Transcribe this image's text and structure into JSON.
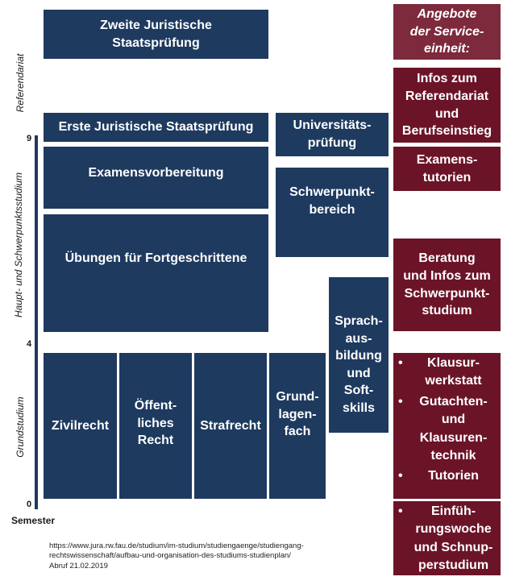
{
  "left_labels": {
    "referendariat": "Referendariat",
    "haupt": "Haupt- und Schwerpunktsstudium",
    "grund": "Grundstudium"
  },
  "axis": {
    "tick_9": "9",
    "tick_4": "4",
    "tick_0": "0",
    "semester_label": "Semester"
  },
  "blocks": {
    "zweite": "Zweite Juristische\nStaatsprüfung",
    "erste": "Erste Juristische Staatsprüfung",
    "examensvorbereitung": "Examensvorbereitung",
    "uebungen": "Übungen für Fortgeschrittene",
    "zivilrecht": "Zivilrecht",
    "oeffentliches": "Öffent-\nliches\nRecht",
    "strafrecht": "Strafrecht",
    "grundlagen": "Grund-\nlagen-\nfach",
    "universitaet": "Universitäts-\nprüfung",
    "schwerpunkt": "Schwerpunkt-\nbereich",
    "sprach": "Sprach-\naus-\nbildung\nund\nSoft-\nskills"
  },
  "service": {
    "header": "Angebote\nder Service-\neinheit:",
    "infos": "Infos zum\nReferendariat\nund\nBerufseinstieg",
    "tutorien_exam": "Examens-\ntutorien",
    "beratung": "Beratung\nund Infos zum\nSchwerpunkt-\nstudium",
    "list1": {
      "bullet": "•",
      "items": [
        "Klausur-\nwerkstatt",
        "Gutachten-\nund\nKlausuren-\ntechnik",
        "Tutorien"
      ]
    },
    "list2": {
      "bullet": "•",
      "item": "Einfüh-\nrungswoche\nund Schnup-\nperstudium"
    }
  },
  "source": {
    "line1": "https://www.jura.rw.fau.de/studium/im-studium/studiengaenge/studiengang-",
    "line2": "rechtswissenschaft/aufbau-und-organisation-des-studiums-studienplan/",
    "line3": "Abruf 21.02.2019"
  },
  "colors": {
    "navy": "#1e3a5f",
    "maroon": "#6b1428",
    "maroon_header": "#7d2a3c"
  }
}
